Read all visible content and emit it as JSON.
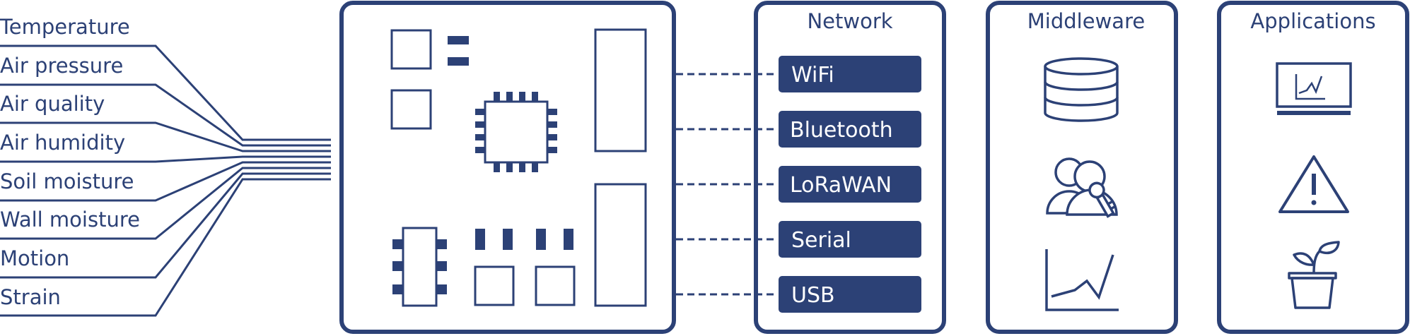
{
  "sensors": [
    {
      "label": "Temperature"
    },
    {
      "label": "Air pressure"
    },
    {
      "label": "Air quality"
    },
    {
      "label": "Air humidity"
    },
    {
      "label": "Soil moisture"
    },
    {
      "label": "Wall moisture"
    },
    {
      "label": "Motion"
    },
    {
      "label": "Strain"
    }
  ],
  "network": {
    "title": "Network",
    "protocols": [
      {
        "label": "WiFi"
      },
      {
        "label": "Bluetooth"
      },
      {
        "label": "LoRaWAN"
      },
      {
        "label": "Serial"
      },
      {
        "label": "USB"
      }
    ]
  },
  "middleware": {
    "title": "Middleware",
    "icons": [
      "database-icon",
      "users-key-icon",
      "line-chart-icon"
    ]
  },
  "applications": {
    "title": "Applications",
    "icons": [
      "laptop-chart-icon",
      "warning-icon",
      "plant-pot-icon"
    ]
  },
  "colors": {
    "primary": "#2c4176",
    "background": "#ffffff",
    "badge_text": "#ffffff"
  }
}
